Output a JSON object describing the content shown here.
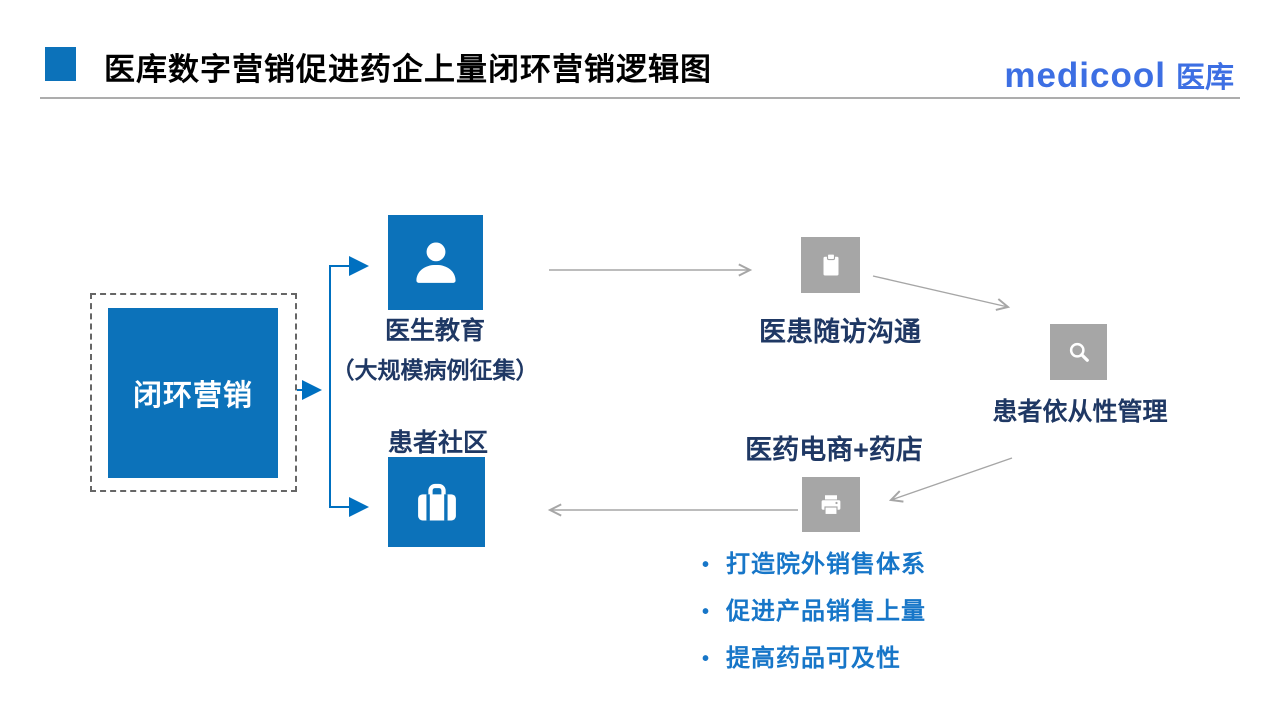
{
  "header": {
    "title": "医库数字营销促进药企上量闭环营销逻辑图",
    "logo": {
      "en": "medicool",
      "cn": "医库"
    }
  },
  "diagram": {
    "source": {
      "label": "闭环营销"
    },
    "doctor_education": {
      "label": "医生教育",
      "sublabel": "（大规模病例征集）"
    },
    "patient_community": {
      "label": "患者社区"
    },
    "followup": {
      "label": "医患随访沟通"
    },
    "compliance": {
      "label": "患者依从性管理"
    },
    "pharmacy": {
      "label": "医药电商+药店"
    },
    "bullets": [
      "打造院外销售体系",
      "促进产品销售上量",
      "提高药品可及性"
    ],
    "icons": [
      "person-icon",
      "briefcase-icon",
      "clipboard-icon",
      "search-icon",
      "printer-icon"
    ]
  },
  "colors": {
    "primary_blue": "#0C72BA",
    "connector_blue": "#0070C0",
    "label_navy": "#1F3864",
    "bullet_blue": "#1776C8",
    "gray_node": "#A6A6A6",
    "logo_blue": "#3D6FE3",
    "title_text": "#000000"
  }
}
